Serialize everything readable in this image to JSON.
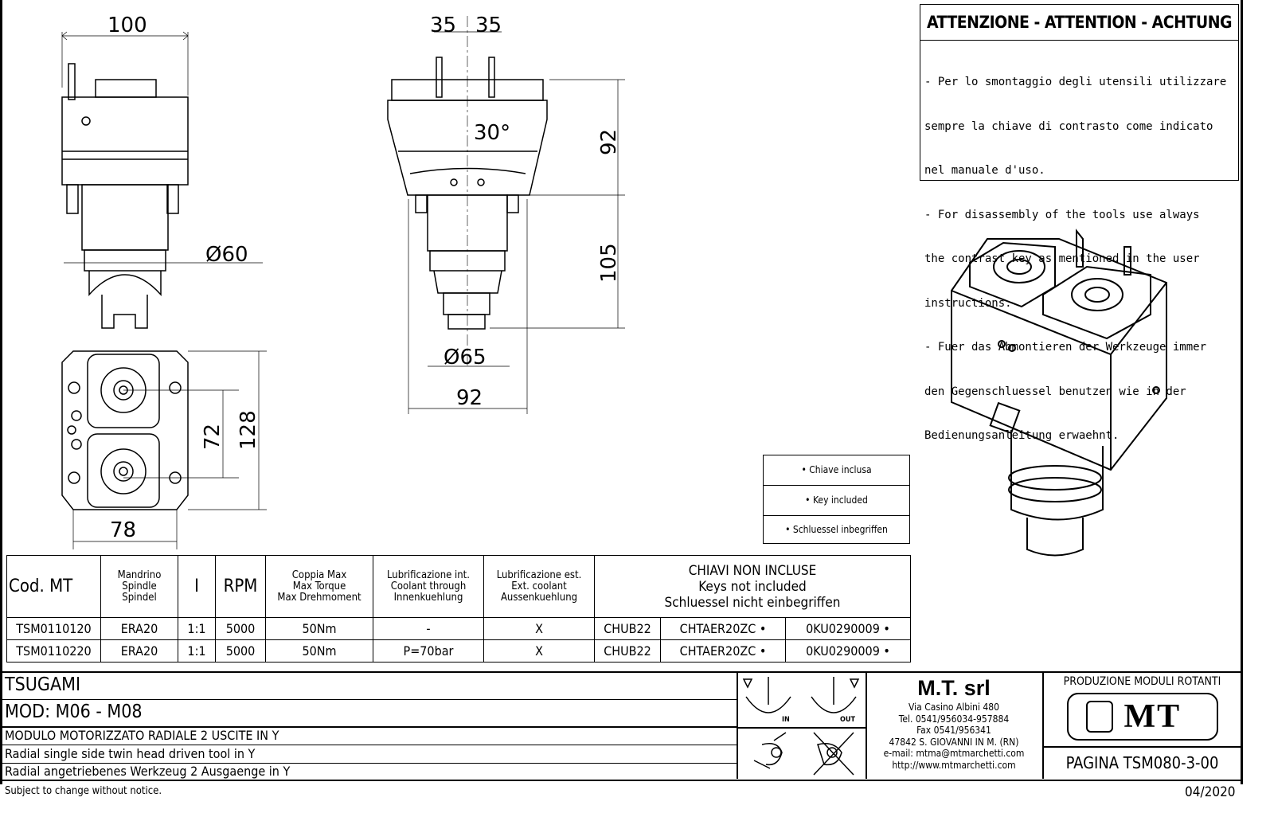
{
  "dimensions": {
    "front_width": "100",
    "top_left": "35",
    "top_right": "35",
    "angle": "30°",
    "upper_height": "92",
    "lower_height": "105",
    "front_diameter": "Ø60",
    "side_diameter": "Ø65",
    "side_width": "92",
    "spindle_distance": "72",
    "bottom_height": "128",
    "bottom_width": "78"
  },
  "attention": {
    "title": "ATTENZIONE - ATTENTION - ACHTUNG",
    "lines": [
      "- Per lo smontaggio degli utensili utilizzare",
      "  sempre la chiave di contrasto come indicato",
      "  nel manuale d'uso.",
      "- For disassembly of the tools use always",
      "  the contrast key as mentioned in the user",
      "  instructions.",
      "- Fuer das Abmontieren der Werkzeuge immer",
      "  den Gegenschluessel benutzen wie in der",
      "  Bedienungsanleitung erwaehnt."
    ]
  },
  "key_legend": [
    "• Chiave inclusa",
    "• Key included",
    "• Schluessel inbegriffen"
  ],
  "table": {
    "headers": {
      "code": "Cod. MT",
      "spindle": [
        "Mandrino",
        "Spindle",
        "Spindel"
      ],
      "ratio": "I",
      "rpm": "RPM",
      "torque": [
        "Coppia Max",
        "Max Torque",
        "Max Drehmoment"
      ],
      "coolant_int": [
        "Lubrificazione int.",
        "Coolant through",
        "Innenkuehlung"
      ],
      "coolant_ext": [
        "Lubrificazione est.",
        "Ext. coolant",
        "Aussenkuehlung"
      ],
      "keys": [
        "CHIAVI NON INCLUSE",
        "Keys not included",
        "Schluessel nicht einbegriffen"
      ]
    },
    "rows": [
      [
        "TSM0110120",
        "ERA20",
        "1:1",
        "5000",
        "50Nm",
        "-",
        "X",
        "CHUB22",
        "CHTAER20ZC •",
        "0KU0290009 •"
      ],
      [
        "TSM0110220",
        "ERA20",
        "1:1",
        "5000",
        "50Nm",
        "P=70bar",
        "X",
        "CHUB22",
        "CHTAER20ZC •",
        "0KU0290009 •"
      ]
    ]
  },
  "title_block": {
    "machine": "TSUGAMI",
    "model": "MOD: M06 - M08",
    "desc_it": "MODULO MOTORIZZATO RADIALE 2 USCITE IN Y",
    "desc_en": "Radial single side twin head driven tool in Y",
    "desc_de": "Radial angetriebenes Werkzeug 2 Ausgaenge in Y",
    "rotation_in": "IN",
    "rotation_out": "OUT",
    "company": "M.T. srl",
    "address": [
      "Via Casino Albini 480",
      "Tel. 0541/956034-957884",
      "Fax 0541/956341",
      "47842 S. GIOVANNI IN M. (RN)",
      "e-mail: mtma@mtmarchetti.com",
      "http://www.mtmarchetti.com"
    ],
    "production": "PRODUZIONE MODULI ROTANTI",
    "logo": "MT",
    "page": "PAGINA TSM080-3-00"
  },
  "footer": {
    "notice": "Subject to change without notice.",
    "date": "04/2020"
  }
}
